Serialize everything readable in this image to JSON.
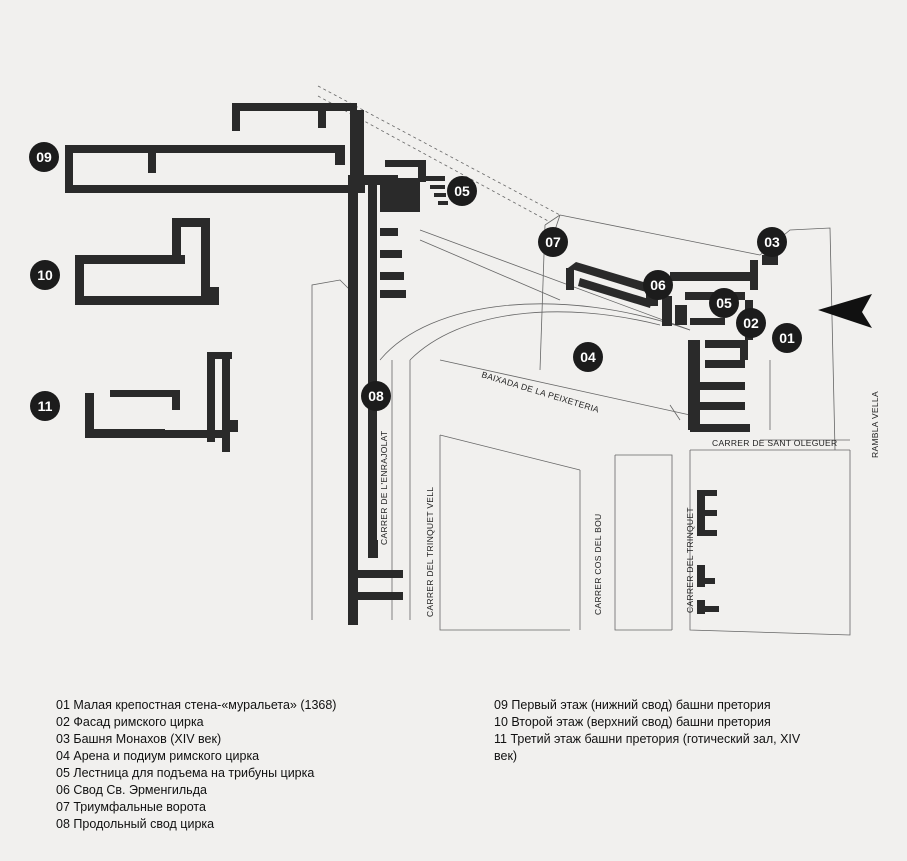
{
  "streets": {
    "peixeteria": "BAIXADA DE LA PEIXETERIA",
    "sant_oleguer": "CARRER DE SANT OLEGUER",
    "rambla_vella": "RAMBLA VELLA",
    "enrajolat": "CARRER DE L'ENRAJOLAT",
    "trinquet_vell": "CARRER DEL TRINQUET VELL",
    "cos_del_bou": "CARRER COS DEL BOU",
    "trinquet": "CARRER DEL TRINQUET"
  },
  "markers": {
    "m01": "01",
    "m02": "02",
    "m03": "03",
    "m04": "04",
    "m05a": "05",
    "m05b": "05",
    "m06": "06",
    "m07": "07",
    "m08": "08",
    "m09": "09",
    "m10": "10",
    "m11": "11"
  },
  "legend": {
    "left": [
      "01 Малая крепостная стена-«муральета» (1368)",
      "02 Фасад римского цирка",
      "03 Башня Монахов (XIV век)",
      "04 Арена и подиум римского цирка",
      "05 Лестница для подъема на трибуны цирка",
      "06 Свод Св. Эрменгильда",
      "07 Триумфальные ворота",
      "08 Продольный свод цирка"
    ],
    "right": [
      "09 Первый этаж (нижний свод) башни претория",
      "10 Второй этаж (верхний свод) башни претория",
      "11 Третий этаж башни претория (готический зал, XIV век)"
    ]
  },
  "colors": {
    "wall": "#2a2a2a",
    "badge": "#1c1c1c",
    "thin_line": "#555555",
    "background": "#f1f0ee"
  }
}
